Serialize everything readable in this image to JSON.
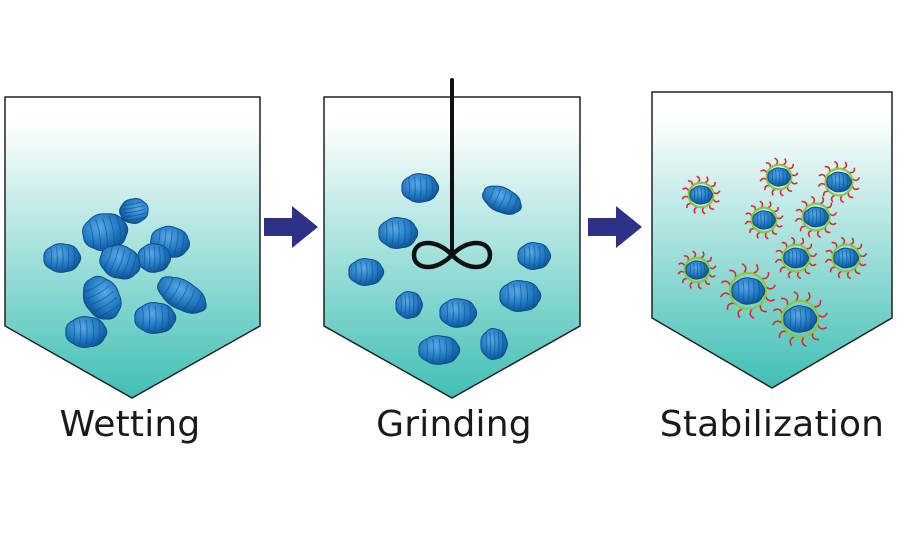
{
  "stages": [
    {
      "label": "Wetting"
    },
    {
      "label": "Grinding"
    },
    {
      "label": "Stabilization"
    }
  ],
  "colors": {
    "liquid_top": "#ffffff",
    "liquid_bottom": "#40bfb4",
    "particle": "#1f78c1",
    "particle_dark": "#0d4f8c",
    "particle_light": "#5aa9e6",
    "arrow": "#2e3188",
    "dispersant_head": "#8cc63f",
    "dispersant_tail": "#e0282e",
    "impeller": "#111111",
    "outline": "#222222"
  },
  "icons": {
    "arrow": "right-arrow-icon",
    "impeller": "mixing-impeller-icon",
    "particle": "pigment-particle-icon"
  }
}
